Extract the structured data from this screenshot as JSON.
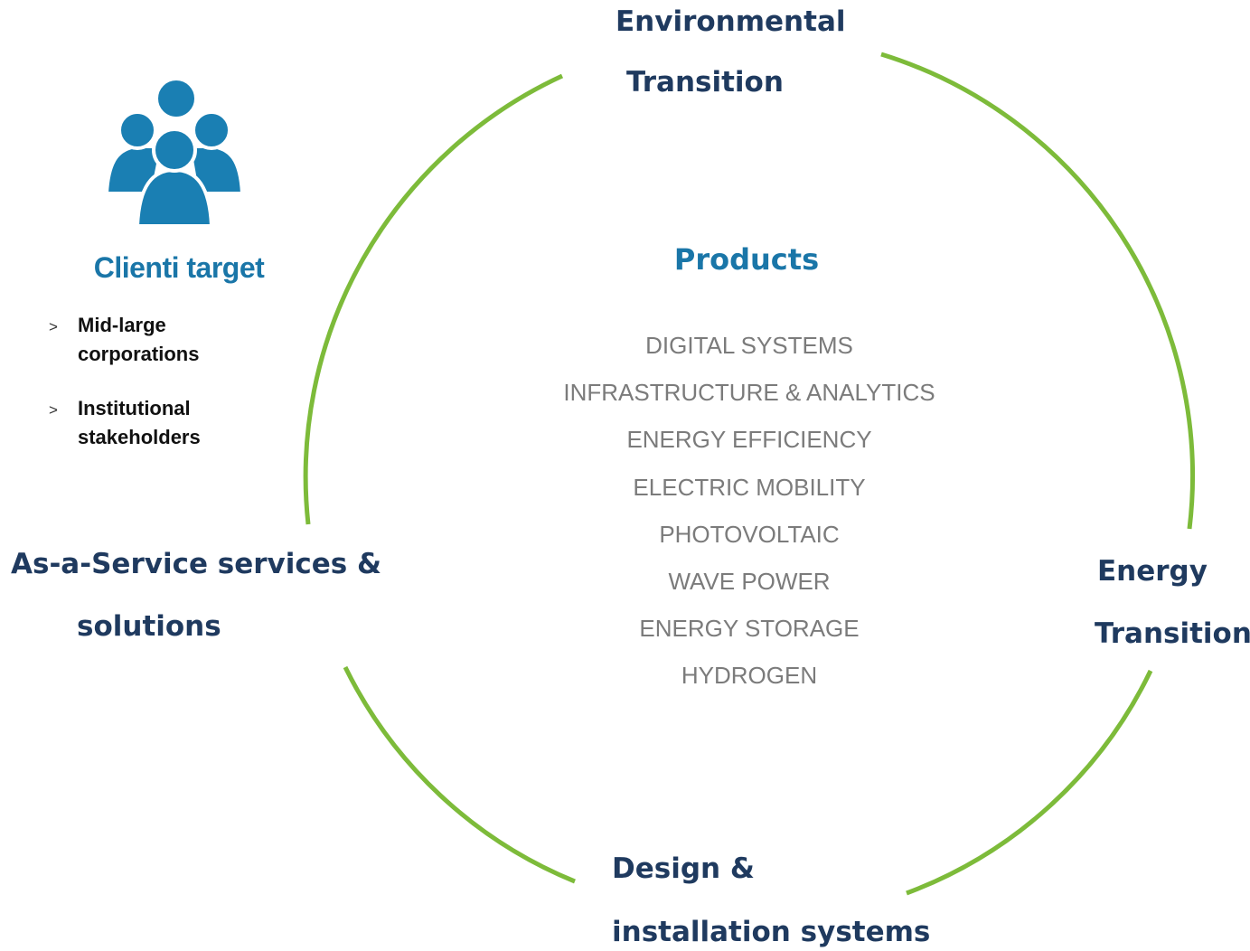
{
  "cycle": {
    "ring_color": "#7dbb3a",
    "label_color": "#1f3a5f",
    "top": {
      "line1": "Environmental",
      "line2": "Transition"
    },
    "right": {
      "line1": "Energy",
      "line2": "Transition"
    },
    "bottom": {
      "line1": "Design &",
      "line2": "installation systems"
    },
    "left": {
      "line1": "As-a-Service services &",
      "line2": "solutions"
    }
  },
  "clients": {
    "icon": "people-group-icon",
    "icon_color": "#1a7fb3",
    "title": "Clienti target",
    "title_color": "#1a76a8",
    "bullet": ">",
    "items": [
      "Mid-large corporations",
      "Institutional stakeholders"
    ]
  },
  "products": {
    "title": "Products",
    "title_color": "#1a76a8",
    "text_color": "#7b7b7b",
    "items": [
      "DIGITAL SYSTEMS",
      "INFRASTRUCTURE & ANALYTICS",
      "ENERGY EFFICIENCY",
      "ELECTRIC MOBILITY",
      "PHOTOVOLTAIC",
      "WAVE POWER",
      "ENERGY STORAGE",
      "HYDROGEN"
    ]
  }
}
